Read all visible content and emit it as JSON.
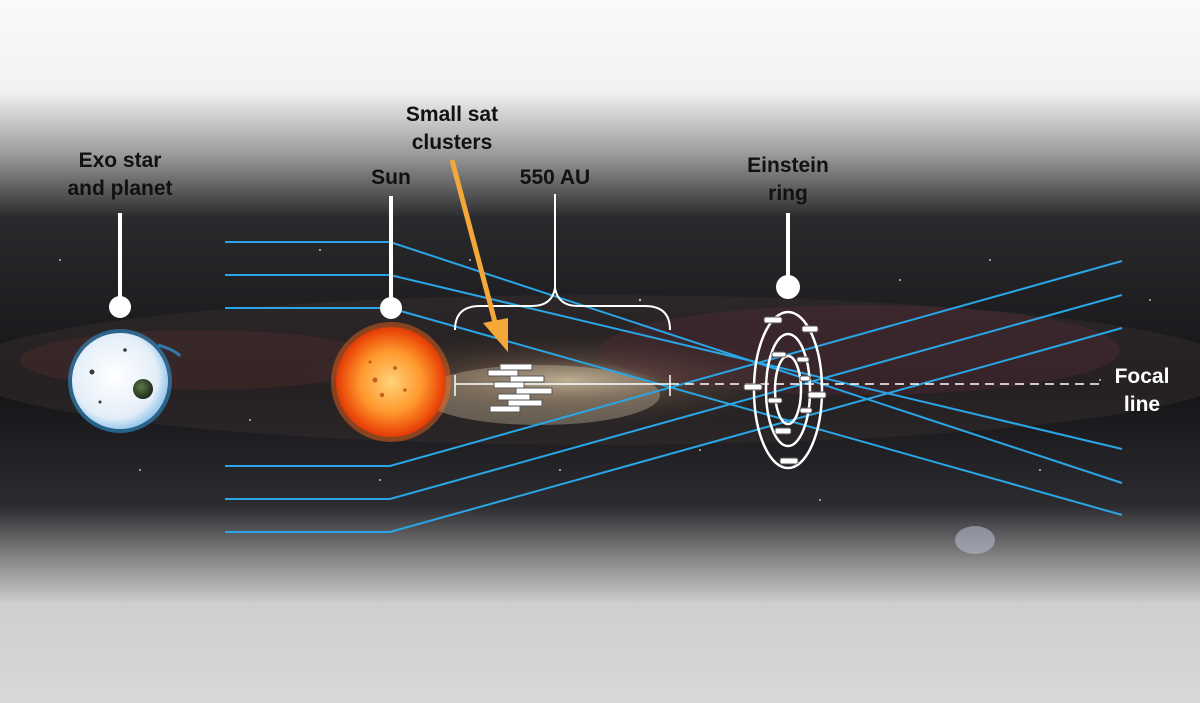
{
  "labels": {
    "exo_star": [
      "Exo star",
      "and planet"
    ],
    "sun": "Sun",
    "small_sat": [
      "Small sat",
      "clusters"
    ],
    "distance": "550 AU",
    "einstein_ring": [
      "Einstein",
      "ring"
    ],
    "focal_line": [
      "Focal",
      "line"
    ]
  },
  "colors": {
    "light_ray": "#2aa6e6",
    "arrow": "#f4a83a",
    "sun_core": "#ffb54a",
    "sun_edge": "#e8400a",
    "exo_star": "#e9f3fb",
    "exo_glow": "#2f9ae0",
    "milky_way_band": "#1b1b1f"
  }
}
